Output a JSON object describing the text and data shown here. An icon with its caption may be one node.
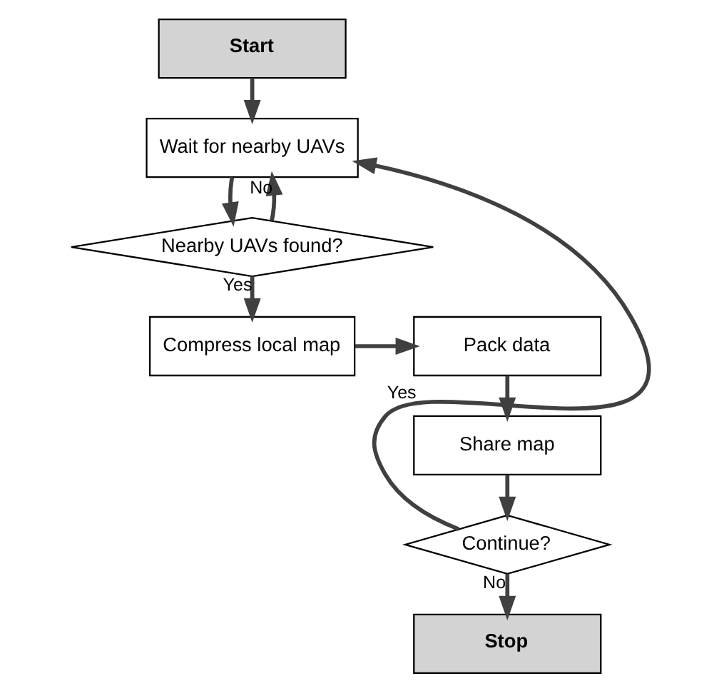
{
  "diagram": {
    "nodes": [
      {
        "text": [
          "Start"
        ]
      },
      {
        "text": [
          "Wait for nearby UAVs"
        ]
      },
      {
        "text": [
          "Nearby UAVs found?"
        ]
      },
      {
        "text": [
          "Compress local map"
        ]
      },
      {
        "text": [
          "Pack data"
        ]
      },
      {
        "text": [
          "Share map"
        ]
      },
      {
        "text": [
          "Continue?"
        ]
      },
      {
        "text": [
          "Stop"
        ]
      }
    ],
    "edges": [
      {
        "from": 0,
        "to": 1,
        "arrow": "to"
      },
      {
        "from": 1,
        "to": 2,
        "arrow": "to"
      },
      {
        "from": 2,
        "to": 1,
        "arrow": "to",
        "label": "No"
      },
      {
        "from": 2,
        "to": 3,
        "arrow": "to",
        "label": "Yes"
      },
      {
        "from": 3,
        "to": 4,
        "arrow": "to"
      },
      {
        "from": 4,
        "to": 5,
        "arrow": "to"
      },
      {
        "from": 5,
        "to": 6,
        "arrow": "to"
      },
      {
        "from": 6,
        "to": 1,
        "arrow": "to",
        "label": "Yes"
      },
      {
        "from": 6,
        "to": 7,
        "arrow": "to",
        "label": "No"
      }
    ]
  }
}
